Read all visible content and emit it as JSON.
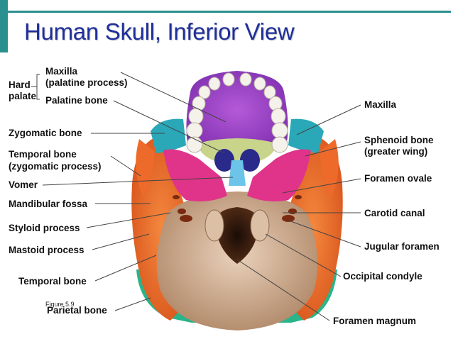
{
  "title": "Human Skull, Inferior View",
  "caption": "Figure 5.9",
  "group_labels": {
    "hard_palate_line1": "Hard",
    "hard_palate_line2": "palate"
  },
  "labels": {
    "maxilla_palatine_1": "Maxilla",
    "maxilla_palatine_2": "(palatine process)",
    "palatine_bone": "Palatine bone",
    "zygomatic_bone": "Zygomatic bone",
    "temporal_zyg_1": "Temporal bone",
    "temporal_zyg_2": "(zygomatic process)",
    "vomer": "Vomer",
    "mandibular_fossa": "Mandibular fossa",
    "styloid_process": "Styloid process",
    "mastoid_process": "Mastoid process",
    "temporal_bone": "Temporal bone",
    "parietal_bone": "Parietal bone",
    "maxilla": "Maxilla",
    "sphenoid_1": "Sphenoid bone",
    "sphenoid_2": "(greater wing)",
    "foramen_ovale": "Foramen ovale",
    "carotid_canal": "Carotid canal",
    "jugular_foramen": "Jugular foramen",
    "occipital_condyle": "Occipital condyle",
    "foramen_magnum": "Foramen magnum"
  },
  "colors": {
    "accent": "#2a8f8f",
    "title": "#1f2f9a",
    "maxilla": "#9a3fc4",
    "palatine": "#c8d48a",
    "zygomatic": "#2aa8b8",
    "sphenoid": "#e0338a",
    "temporal": "#ee6a2a",
    "occipital": "#c8a48a",
    "parietal": "#2ab48a",
    "vomer": "#6cc4e8"
  }
}
